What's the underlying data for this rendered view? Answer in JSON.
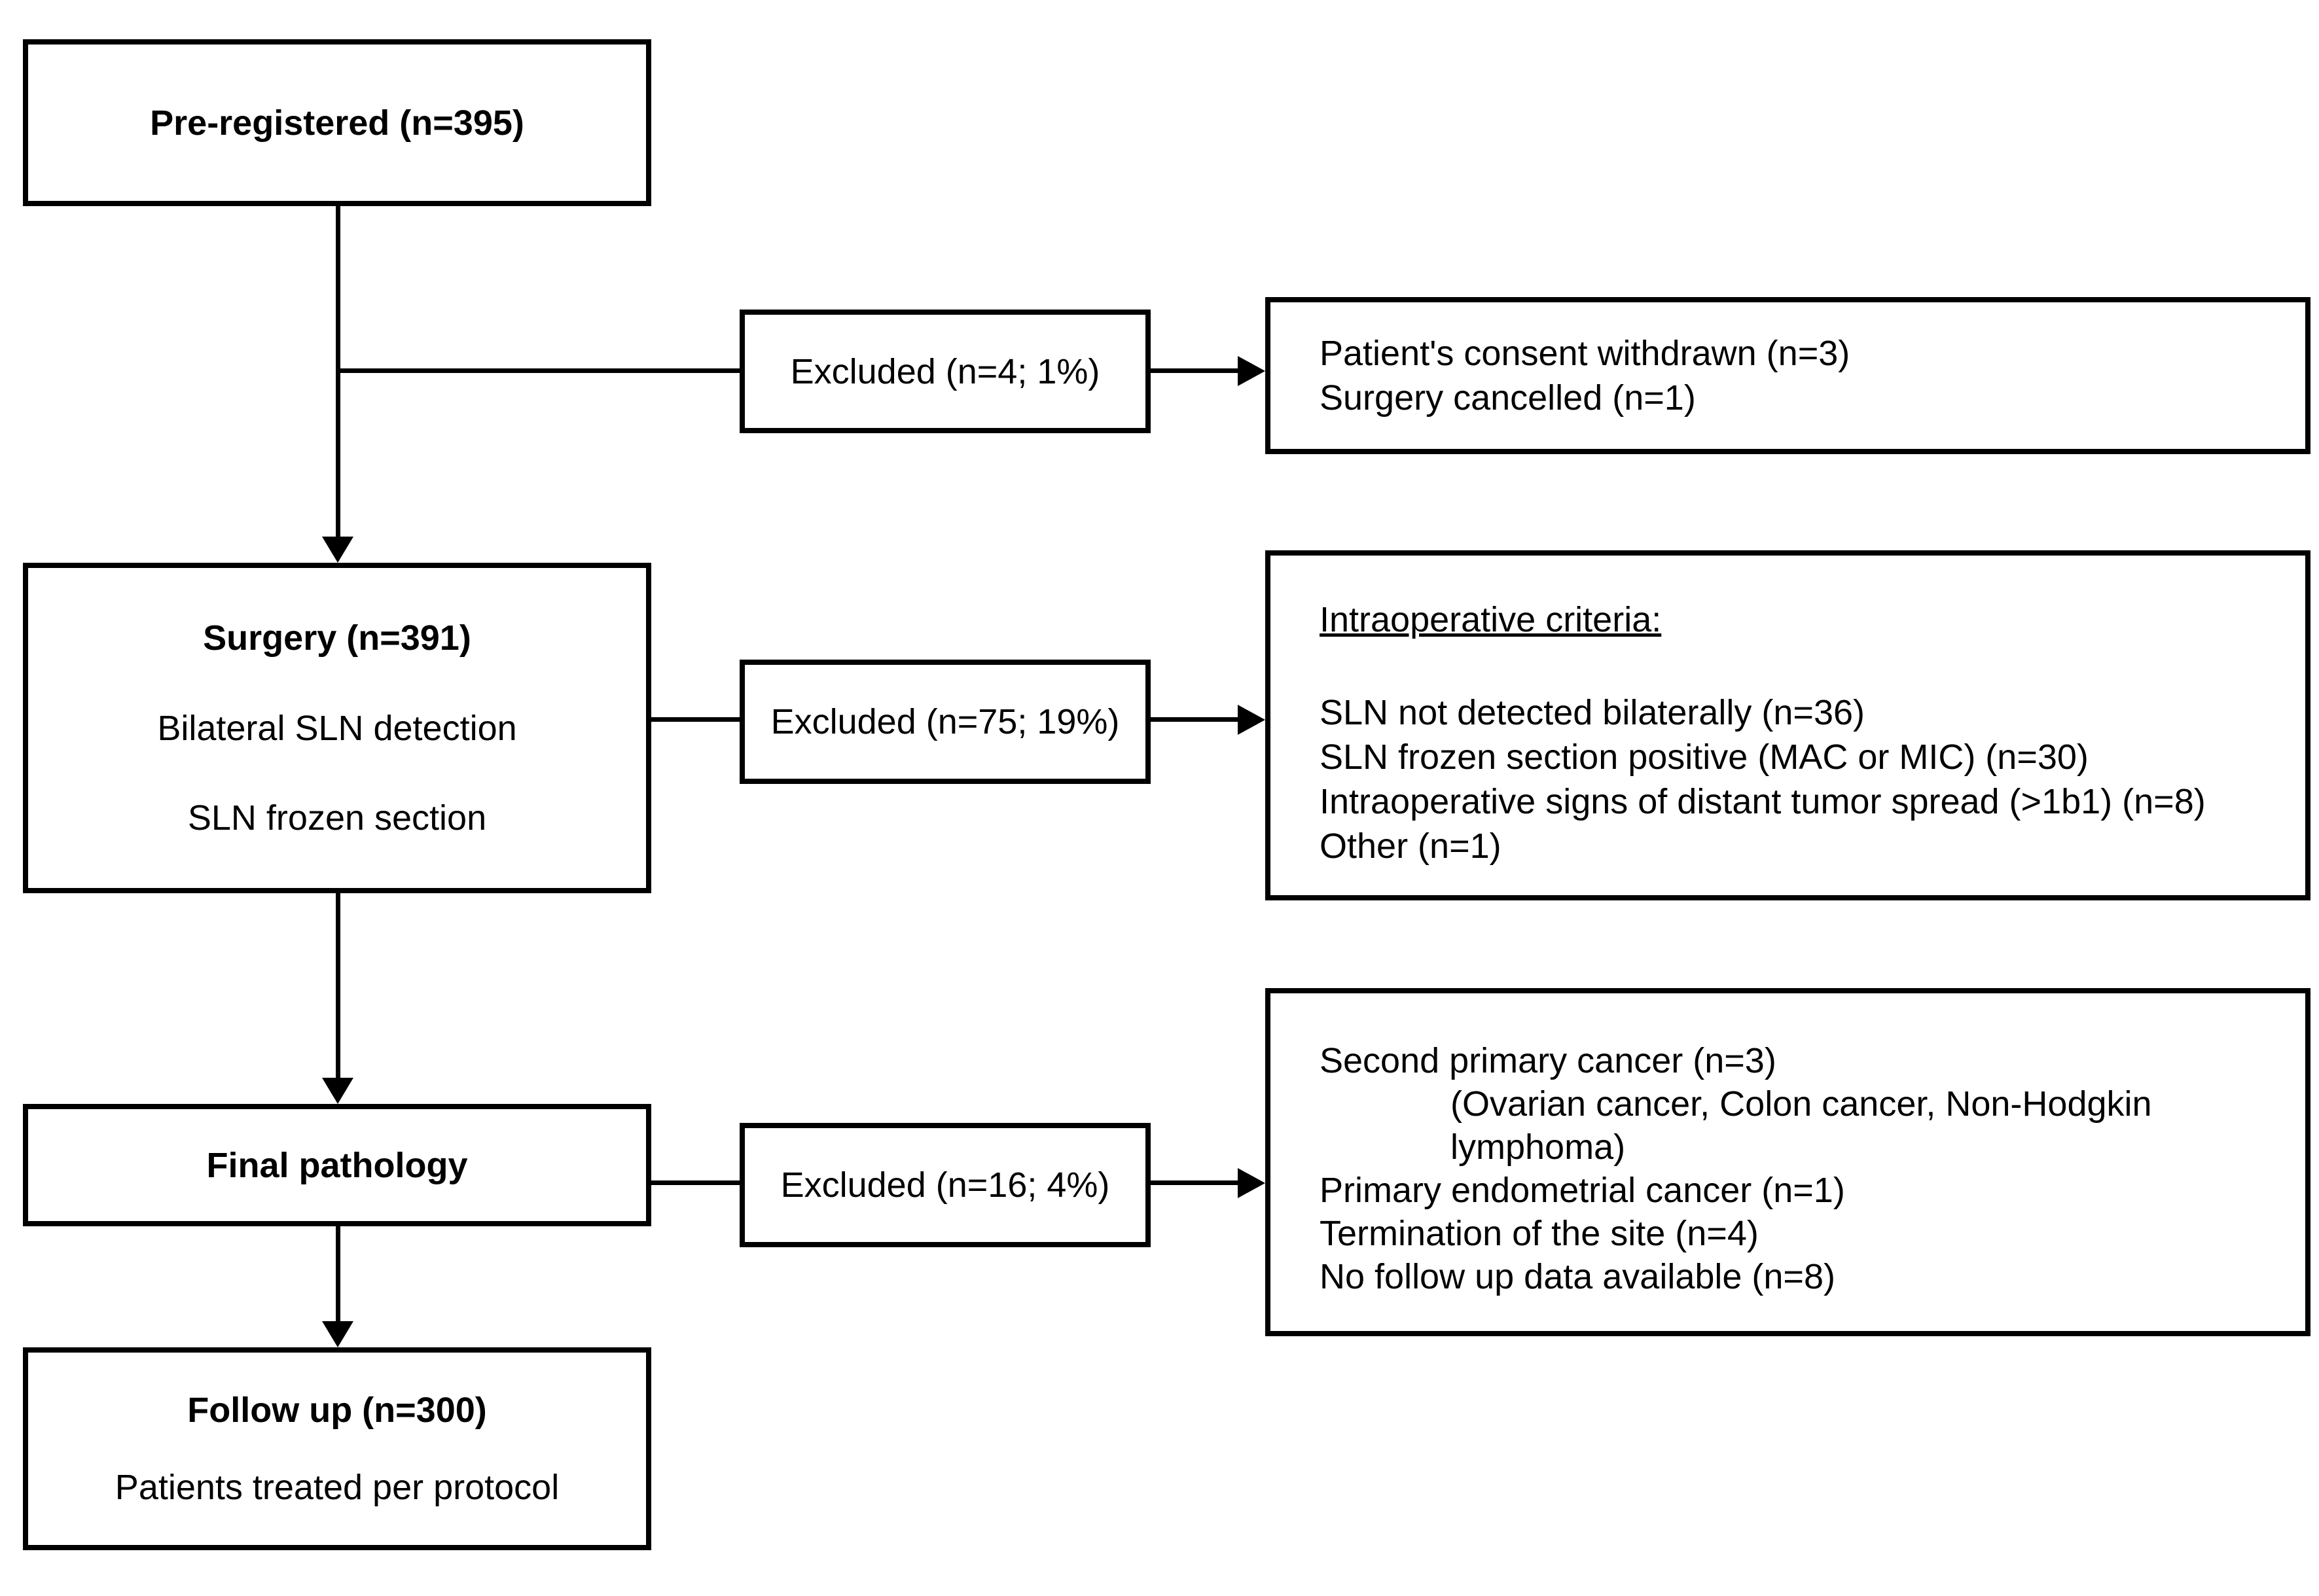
{
  "diagram": {
    "background_color": "#ffffff",
    "line_color": "#000000",
    "nodes": {
      "preregistered": {
        "title": "Pre-registered (n=395)"
      },
      "surgery": {
        "title": "Surgery (n=391)",
        "lines": [
          "Bilateral SLN detection",
          "SLN frozen section"
        ]
      },
      "final_pathology": {
        "title": "Final pathology"
      },
      "follow_up": {
        "title": "Follow up (n=300)",
        "lines": [
          "Patients treated per protocol"
        ]
      },
      "excluded1": {
        "label": "Excluded (n=4; 1%)"
      },
      "excluded2": {
        "label": "Excluded (n=75; 19%)"
      },
      "excluded3": {
        "label": "Excluded (n=16; 4%)"
      },
      "reasons1": {
        "lines": [
          "Patient's consent withdrawn (n=3)",
          "Surgery cancelled (n=1)"
        ]
      },
      "reasons2": {
        "heading": "Intraoperative criteria:",
        "lines": [
          "SLN not detected bilaterally (n=36)",
          "SLN frozen section positive (MAC or MIC) (n=30)",
          "Intraoperative signs of distant tumor spread (>1b1) (n=8)",
          "Other (n=1)"
        ]
      },
      "reasons3": {
        "lines": [
          "Second primary cancer (n=3)",
          "(Ovarian cancer, Colon cancer, Non-Hodgkin",
          "lymphoma)",
          "Primary endometrial cancer (n=1)",
          "Termination of the site (n=4)",
          "No follow up data available (n=8)"
        ]
      }
    }
  }
}
